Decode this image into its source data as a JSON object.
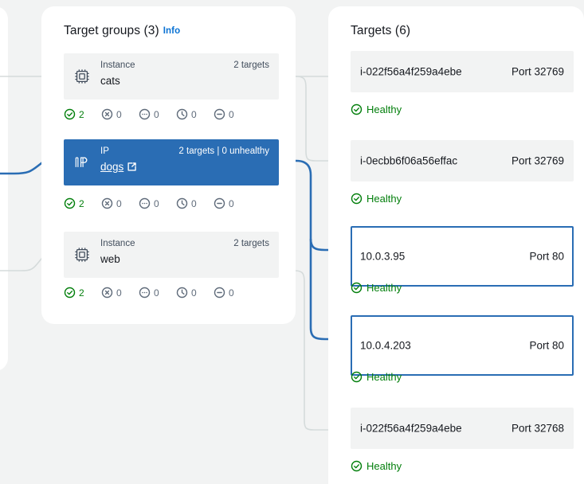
{
  "theme": {
    "page_bg": "#f2f3f3",
    "panel_bg": "#ffffff",
    "card_bg": "#f2f3f3",
    "selected_bg": "#2a6db4",
    "selected_border": "#2a6db4",
    "link_blue": "#0972d3",
    "healthy_green": "#037f0c",
    "muted_gray": "#5f6b7a",
    "connector_gray": "#d5dbdb",
    "connector_blue": "#2a6db4"
  },
  "target_groups_panel": {
    "title": "Target groups (3)",
    "info_label": "Info",
    "groups": [
      {
        "type": "Instance",
        "name": "cats",
        "icon": "chip-icon",
        "count_label": "2 targets",
        "selected": false,
        "external_link": false,
        "statuses": [
          {
            "icon": "check-circle-icon",
            "value": "2",
            "state": "healthy"
          },
          {
            "icon": "x-circle-icon",
            "value": "0",
            "state": "unhealthy"
          },
          {
            "icon": "ellipsis-circle-icon",
            "value": "0",
            "state": "in-progress"
          },
          {
            "icon": "clock-circle-icon",
            "value": "0",
            "state": "draining"
          },
          {
            "icon": "minus-circle-icon",
            "value": "0",
            "state": "unused"
          }
        ]
      },
      {
        "type": "IP",
        "name": "dogs",
        "icon": "ip-icon",
        "count_label": "2 targets | 0 unhealthy",
        "selected": true,
        "external_link": true,
        "statuses": [
          {
            "icon": "check-circle-icon",
            "value": "2",
            "state": "healthy"
          },
          {
            "icon": "x-circle-icon",
            "value": "0",
            "state": "unhealthy"
          },
          {
            "icon": "ellipsis-circle-icon",
            "value": "0",
            "state": "in-progress"
          },
          {
            "icon": "clock-circle-icon",
            "value": "0",
            "state": "draining"
          },
          {
            "icon": "minus-circle-icon",
            "value": "0",
            "state": "unused"
          }
        ]
      },
      {
        "type": "Instance",
        "name": "web",
        "icon": "chip-icon",
        "count_label": "2 targets",
        "selected": false,
        "external_link": false,
        "statuses": [
          {
            "icon": "check-circle-icon",
            "value": "2",
            "state": "healthy"
          },
          {
            "icon": "x-circle-icon",
            "value": "0",
            "state": "unhealthy"
          },
          {
            "icon": "ellipsis-circle-icon",
            "value": "0",
            "state": "in-progress"
          },
          {
            "icon": "clock-circle-icon",
            "value": "0",
            "state": "draining"
          },
          {
            "icon": "minus-circle-icon",
            "value": "0",
            "state": "unused"
          }
        ]
      }
    ]
  },
  "targets_panel": {
    "title": "Targets (6)",
    "targets": [
      {
        "id": "i-022f56a4f259a4ebe",
        "port": "Port 32769",
        "health": "Healthy",
        "selected": false
      },
      {
        "id": "i-0ecbb6f06a56effac",
        "port": "Port 32769",
        "health": "Healthy",
        "selected": false
      },
      {
        "id": "10.0.3.95",
        "port": "Port 80",
        "health": "Healthy",
        "selected": true
      },
      {
        "id": "10.0.4.203",
        "port": "Port 80",
        "health": "Healthy",
        "selected": true
      },
      {
        "id": "i-022f56a4f259a4ebe",
        "port": "Port 32768",
        "health": "Healthy",
        "selected": false
      }
    ]
  }
}
